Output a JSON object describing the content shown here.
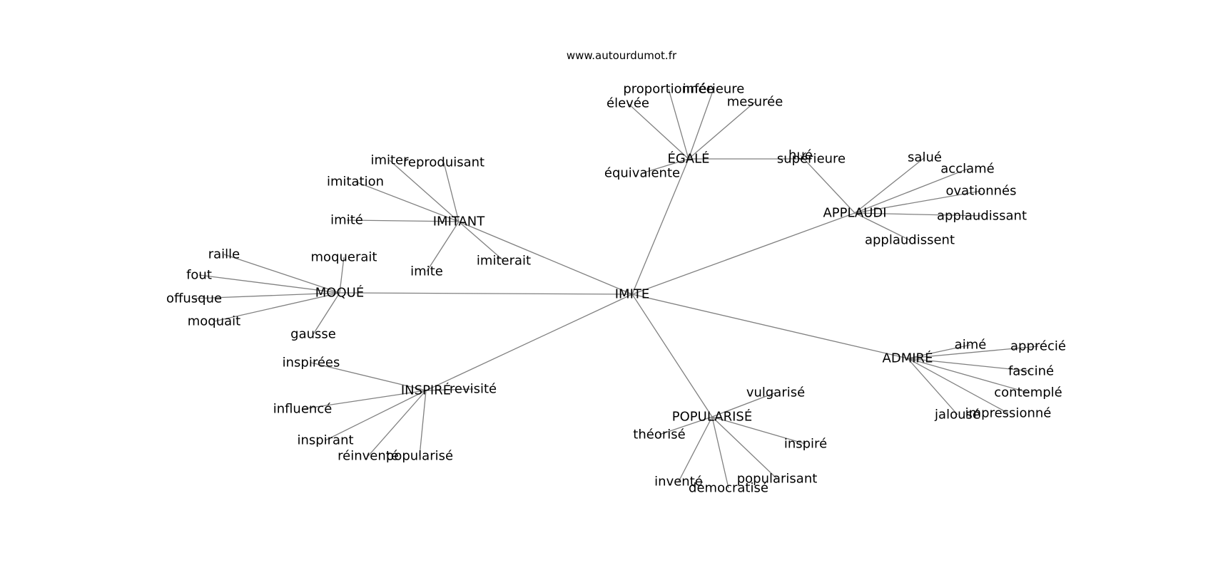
{
  "site": "www.autourdumot.fr",
  "center": "IMITE",
  "hubs": [
    {
      "id": "egale",
      "label": "ÉGALÉ",
      "words": [
        "proportionnée",
        "inférieure",
        "élevée",
        "mesurée",
        "équivalente",
        "supérieure"
      ]
    },
    {
      "id": "imitant",
      "label": "IMITANT",
      "words": [
        "imiter",
        "reproduisant",
        "imitation",
        "imité",
        "imite",
        "imiterait"
      ]
    },
    {
      "id": "applaudi",
      "label": "APPLAUDI",
      "words": [
        "hué",
        "salué",
        "acclamé",
        "ovationnés",
        "applaudissant",
        "applaudissent"
      ]
    },
    {
      "id": "moque",
      "label": "MOQUÉ",
      "words": [
        "raille",
        "moquerait",
        "fout",
        "offusque",
        "moquait",
        "gausse"
      ]
    },
    {
      "id": "admire",
      "label": "ADMIRÉ",
      "words": [
        "aimé",
        "apprécié",
        "fasciné",
        "contemplé",
        "jalousé",
        "impressionné"
      ]
    },
    {
      "id": "inspire",
      "label": "INSPIRÉ",
      "words": [
        "inspirées",
        "revisité",
        "influencé",
        "inspirant",
        "réinventé",
        "popularisé"
      ]
    },
    {
      "id": "popularise",
      "label": "POPULARISÉ",
      "words": [
        "vulgarisé",
        "théorisé",
        "inspiré",
        "popularisant",
        "inventé",
        "démocratisé"
      ]
    }
  ]
}
